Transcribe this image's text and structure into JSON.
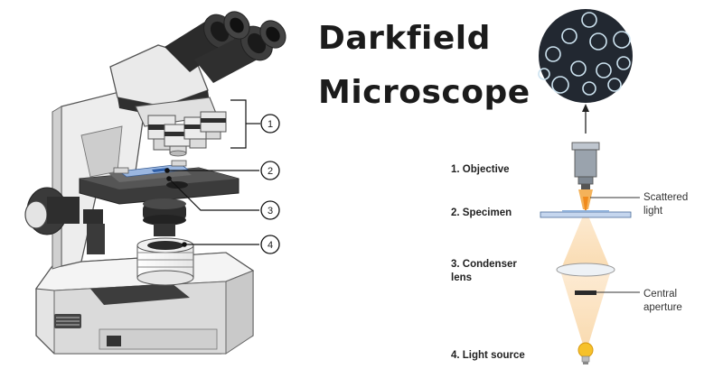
{
  "title": {
    "line1": "Darkfield",
    "line2": "Microscope"
  },
  "steps": [
    {
      "label": "1. Objective"
    },
    {
      "label": "2. Specimen"
    },
    {
      "label": "3. Condenser\nlens"
    },
    {
      "label": "4. Light source"
    }
  ],
  "annotations": {
    "scattered_light": "Scattered\nlight",
    "central_aperture": "Central\naperture"
  },
  "callouts": [
    "1",
    "2",
    "3",
    "4"
  ],
  "colors": {
    "body_light": "#e9e9e9",
    "body_mid": "#cfcfcf",
    "dark": "#3b3b3b",
    "field_dark": "#222831",
    "cell_outline": "#cde3f0",
    "light_cone": "#fbe2bf",
    "bulb": "#f6c12a",
    "slide": "#9bb7e0"
  }
}
